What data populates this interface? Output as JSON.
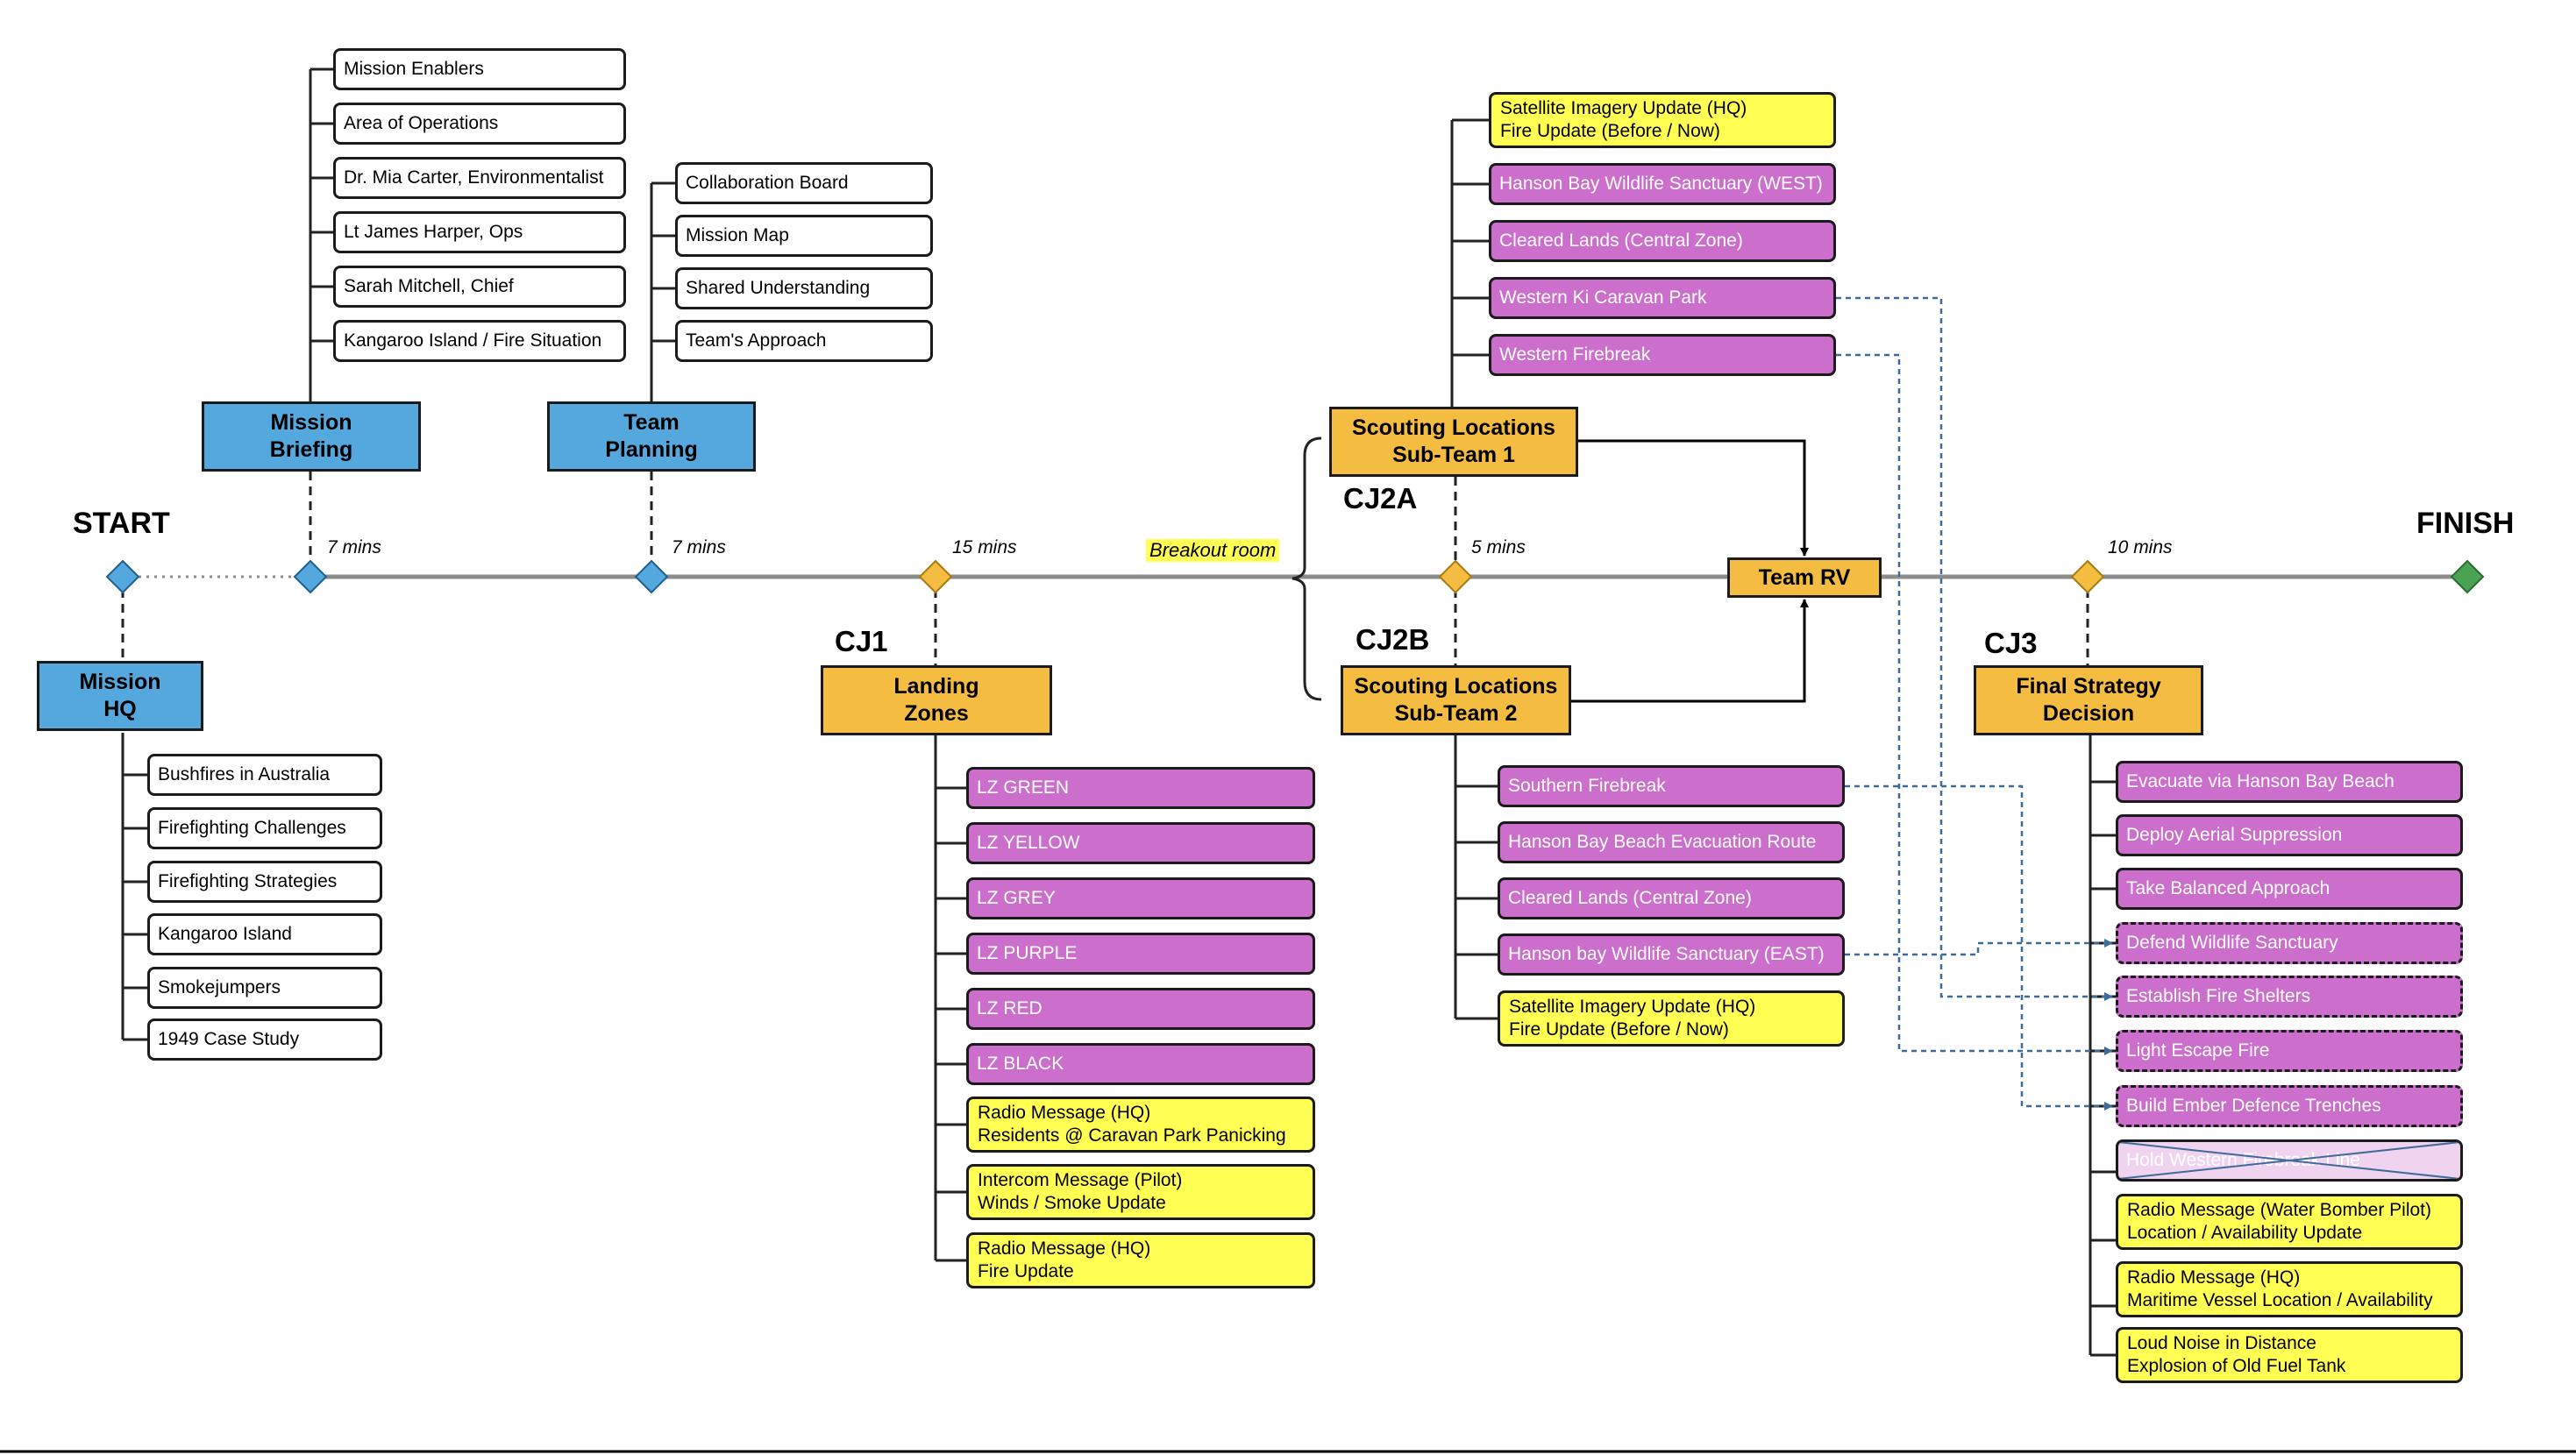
{
  "timeline": {
    "start": "START",
    "finish": "FINISH",
    "durations": [
      "7 mins",
      "7 mins",
      "15 mins",
      "5 mins",
      "10 mins"
    ],
    "breakout_room": "Breakout room",
    "checkpoints": [
      "CJ1",
      "CJ2A",
      "CJ2B",
      "CJ3"
    ]
  },
  "nodes": {
    "mission_hq": [
      "Mission",
      "HQ"
    ],
    "mission_briefing": [
      "Mission",
      "Briefing"
    ],
    "team_planning": [
      "Team",
      "Planning"
    ],
    "landing_zones": [
      "Landing",
      "Zones"
    ],
    "sub_team_1": [
      "Scouting Locations",
      "Sub-Team 1"
    ],
    "sub_team_2": [
      "Scouting Locations",
      "Sub-Team 2"
    ],
    "team_rv": "Team RV",
    "final_decision": [
      "Final Strategy",
      "Decision"
    ]
  },
  "mission_hq_items": [
    "Bushfires in Australia",
    "Firefighting Challenges",
    "Firefighting Strategies",
    "Kangaroo Island",
    "Smokejumpers",
    "1949 Case Study"
  ],
  "briefing_items": [
    "Mission Enablers",
    "Area of Operations",
    "Dr. Mia Carter, Environmentalist",
    "Lt James Harper, Ops",
    "Sarah Mitchell, Chief",
    "Kangaroo Island / Fire Situation"
  ],
  "planning_items": [
    "Collaboration Board",
    "Mission Map",
    "Shared Understanding",
    "Team's Approach"
  ],
  "landing_zone_items": [
    "LZ GREEN",
    "LZ YELLOW",
    "LZ GREY",
    "LZ PURPLE",
    "LZ RED",
    "LZ BLACK"
  ],
  "landing_zone_messages": [
    [
      "Radio Message (HQ)",
      "Residents @ Caravan Park Panicking"
    ],
    [
      "Intercom Message (Pilot)",
      "Winds / Smoke Update"
    ],
    [
      "Radio Message (HQ)",
      "Fire Update"
    ]
  ],
  "sub_team_1_update": [
    "Satellite Imagery Update (HQ)",
    "Fire Update (Before / Now)"
  ],
  "sub_team_1_items": [
    "Hanson Bay Wildlife Sanctuary (WEST)",
    "Cleared Lands (Central Zone)",
    "Western Ki Caravan Park",
    "Western Firebreak"
  ],
  "sub_team_2_items": [
    "Southern Firebreak",
    "Hanson Bay Beach Evacuation Route",
    "Cleared Lands (Central Zone)",
    "Hanson bay Wildlife Sanctuary (EAST)"
  ],
  "sub_team_2_update": [
    "Satellite Imagery Update (HQ)",
    "Fire Update (Before / Now)"
  ],
  "decision_items": [
    "Evacuate via Hanson Bay Beach",
    "Deploy Aerial Suppression",
    "Take Balanced Approach"
  ],
  "decision_linked_items": [
    "Defend Wildlife Sanctuary",
    "Establish Fire Shelters",
    "Light Escape Fire",
    "Build Ember Defence Trenches"
  ],
  "decision_crossed_item": "Hold Western Firebreak Line",
  "decision_messages": [
    [
      "Radio Message (Water Bomber Pilot)",
      "Location / Availability Update"
    ],
    [
      "Radio Message (HQ)",
      "Maritime Vessel Location / Availability"
    ],
    [
      "Loud Noise in Distance",
      "Explosion of Old Fuel Tank"
    ]
  ],
  "colors": {
    "blue": "#55a8de",
    "orange": "#f4bd42",
    "purple": "#cc6fcc",
    "yellow": "#ffff54",
    "green": "#4aa352",
    "link": "#3f6b9a",
    "timeline": "#8c8c8c"
  }
}
